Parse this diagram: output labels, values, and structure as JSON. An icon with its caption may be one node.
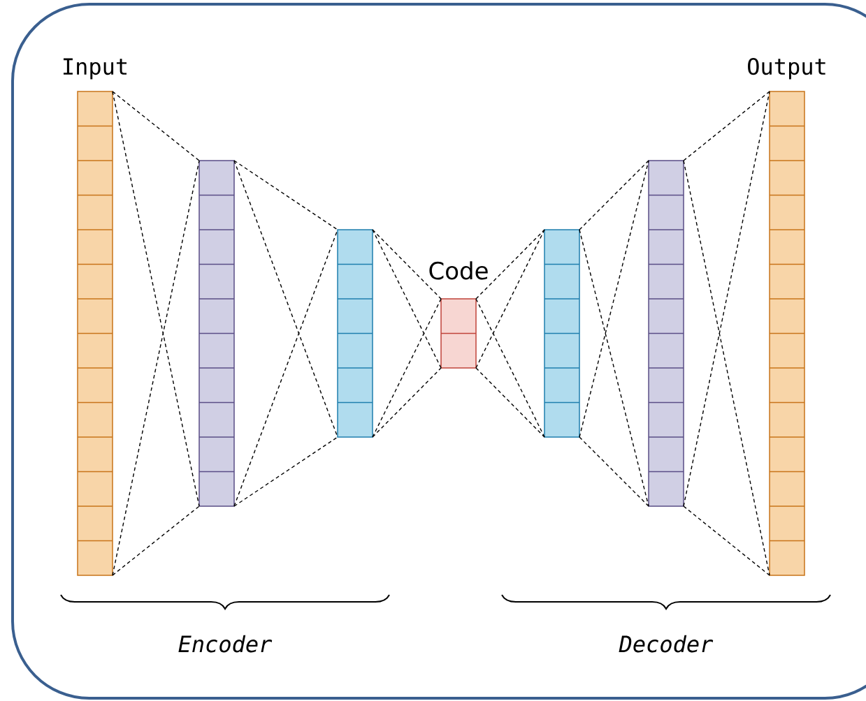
{
  "diagram": {
    "nodes": [
      {
        "text": [
          "Input"
        ]
      },
      {
        "text": [],
        "shape": "bar"
      },
      {
        "text": [],
        "shape": "bar"
      },
      {
        "text": [
          "Code"
        ]
      },
      {
        "text": [],
        "shape": "bar"
      },
      {
        "text": [],
        "shape": "bar"
      },
      {
        "text": [
          "Output"
        ]
      }
    ],
    "edges": [
      {
        "from": 0,
        "to": 1,
        "arrow": "none",
        "style": "dashed"
      },
      {
        "from": 0,
        "to": 1,
        "arrow": "none",
        "style": "dashed"
      },
      {
        "from": 0,
        "to": 1,
        "arrow": "none",
        "style": "dashed"
      },
      {
        "from": 0,
        "to": 1,
        "arrow": "none",
        "style": "dashed"
      },
      {
        "from": 1,
        "to": 2,
        "arrow": "none",
        "style": "dashed"
      },
      {
        "from": 1,
        "to": 2,
        "arrow": "none",
        "style": "dashed"
      },
      {
        "from": 1,
        "to": 2,
        "arrow": "none",
        "style": "dashed"
      },
      {
        "from": 1,
        "to": 2,
        "arrow": "none",
        "style": "dashed"
      },
      {
        "from": 2,
        "to": 3,
        "arrow": "none",
        "style": "dashed"
      },
      {
        "from": 2,
        "to": 3,
        "arrow": "none",
        "style": "dashed"
      },
      {
        "from": 2,
        "to": 3,
        "arrow": "none",
        "style": "dashed"
      },
      {
        "from": 2,
        "to": 3,
        "arrow": "none",
        "style": "dashed"
      },
      {
        "from": 3,
        "to": 4,
        "arrow": "none",
        "style": "dashed"
      },
      {
        "from": 3,
        "to": 4,
        "arrow": "none",
        "style": "dashed"
      },
      {
        "from": 3,
        "to": 4,
        "arrow": "none",
        "style": "dashed"
      },
      {
        "from": 3,
        "to": 4,
        "arrow": "none",
        "style": "dashed"
      },
      {
        "from": 4,
        "to": 5,
        "arrow": "none",
        "style": "dashed"
      },
      {
        "from": 4,
        "to": 5,
        "arrow": "none",
        "style": "dashed"
      },
      {
        "from": 4,
        "to": 5,
        "arrow": "none",
        "style": "dashed"
      },
      {
        "from": 4,
        "to": 5,
        "arrow": "none",
        "style": "dashed"
      },
      {
        "from": 5,
        "to": 6,
        "arrow": "none",
        "style": "dashed"
      },
      {
        "from": 5,
        "to": 6,
        "arrow": "none",
        "style": "dashed"
      },
      {
        "from": 5,
        "to": 6,
        "arrow": "none",
        "style": "dashed"
      },
      {
        "from": 5,
        "to": 6,
        "arrow": "none",
        "style": "dashed"
      }
    ],
    "labels": [
      "Encoder",
      "Decoder"
    ]
  }
}
